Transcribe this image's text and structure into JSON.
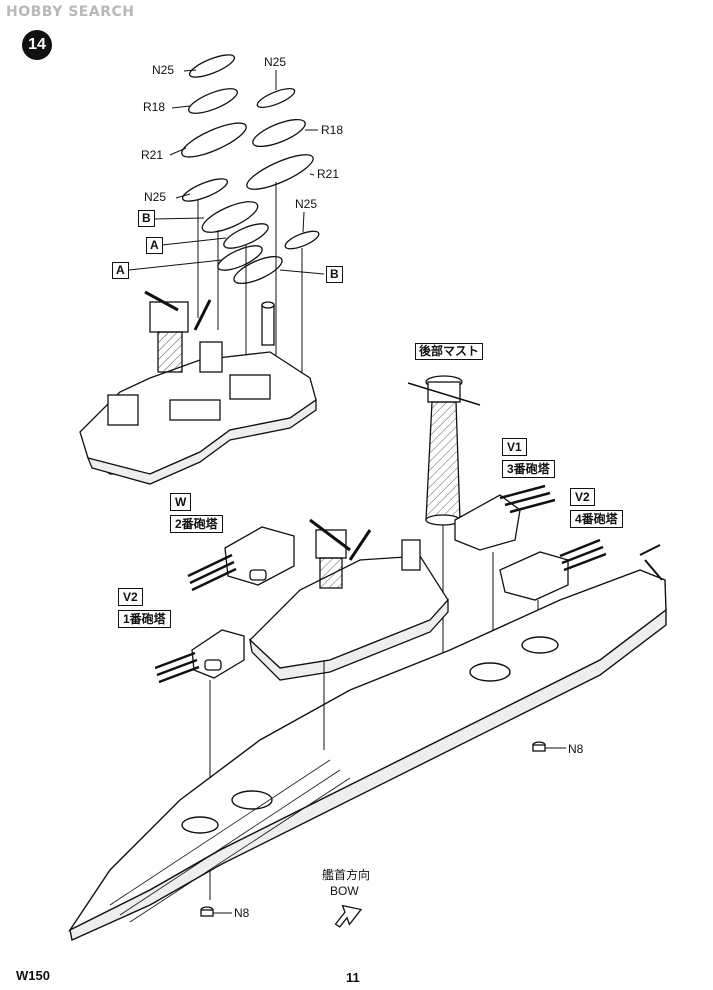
{
  "watermark": "HOBBY SEARCH",
  "step_number": "14",
  "boats": {
    "labels": [
      "N25",
      "N25",
      "R18",
      "R18",
      "R21",
      "R21",
      "N25",
      "N25"
    ],
    "box_labels": [
      "B",
      "A",
      "A",
      "B"
    ]
  },
  "rear_mast": {
    "label": "後部マスト"
  },
  "turrets": {
    "v1": {
      "code": "V1",
      "name": "3番砲塔"
    },
    "v2_rear": {
      "code": "V2",
      "name": "4番砲塔"
    },
    "w": {
      "code": "W",
      "name": "2番砲塔"
    },
    "v2_front": {
      "code": "V2",
      "name": "1番砲塔"
    }
  },
  "pedestals": {
    "rear": "N8",
    "front": "N8"
  },
  "direction": {
    "jp": "艦首方向",
    "en": "BOW"
  },
  "footer": {
    "part_code": "W150",
    "page_number": "11"
  },
  "colors": {
    "ink": "#111111",
    "paper": "#ffffff"
  }
}
